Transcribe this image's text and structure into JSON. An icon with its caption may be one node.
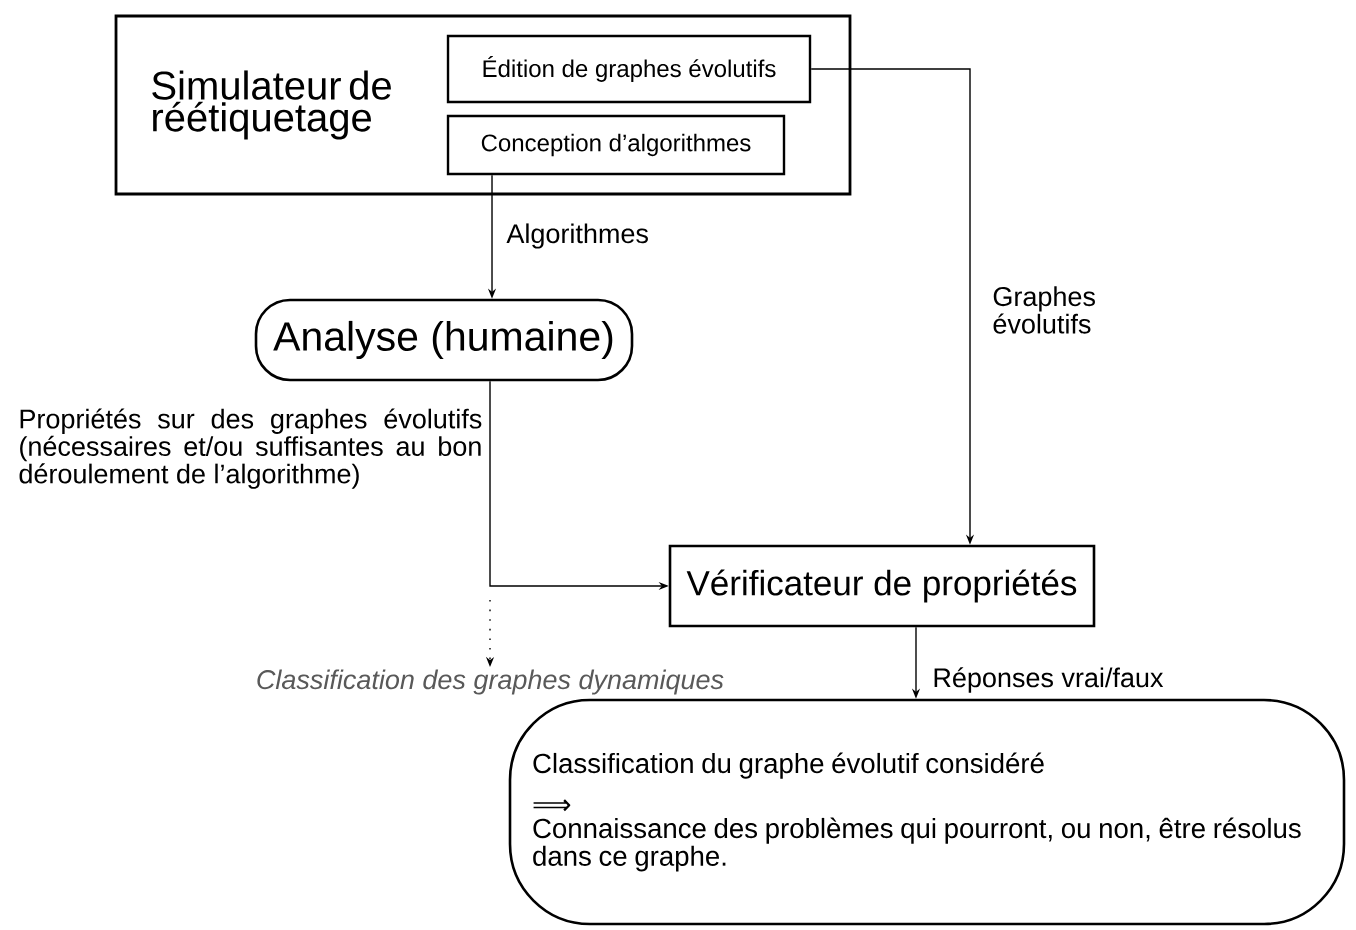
{
  "diagram": {
    "nodes": [
      {
        "text": [
          "Simulateur de réétiquetage"
        ]
      },
      {
        "text": [
          "Édition de graphes évolutifs"
        ],
        "in": 0
      },
      {
        "text": [
          "Conception d’algorithmes"
        ],
        "in": 0
      },
      {
        "text": [
          "Analyse (humaine)"
        ]
      },
      {
        "text": [
          "Vérificateur de propriétés"
        ]
      },
      {
        "text": [
          "Classification du graphe évolutif considéré",
          "⟹",
          "Connaissance des problèmes qui pourront, ou non, être résolus dans ce graphe."
        ]
      },
      {
        "text": [
          "Classification des graphes dynamiques"
        ]
      }
    ],
    "edges": [
      {
        "from": 2,
        "to": 3,
        "arrow": "to",
        "label": "Algorithmes"
      },
      {
        "from": 1,
        "to": 4,
        "arrow": "to",
        "label": "Graphes évolutifs"
      },
      {
        "from": 3,
        "to": 4,
        "arrow": "to",
        "label": "Propriétés sur des graphes évolutifs (nécessaires et/ou suffisantes au bon déroulement de l’algorithme)"
      },
      {
        "from": 4,
        "to": 5,
        "arrow": "to",
        "label": "Réponses vrai/faux"
      },
      {
        "from": null,
        "to": 6,
        "arrow": "to",
        "style": "dashed"
      }
    ]
  }
}
